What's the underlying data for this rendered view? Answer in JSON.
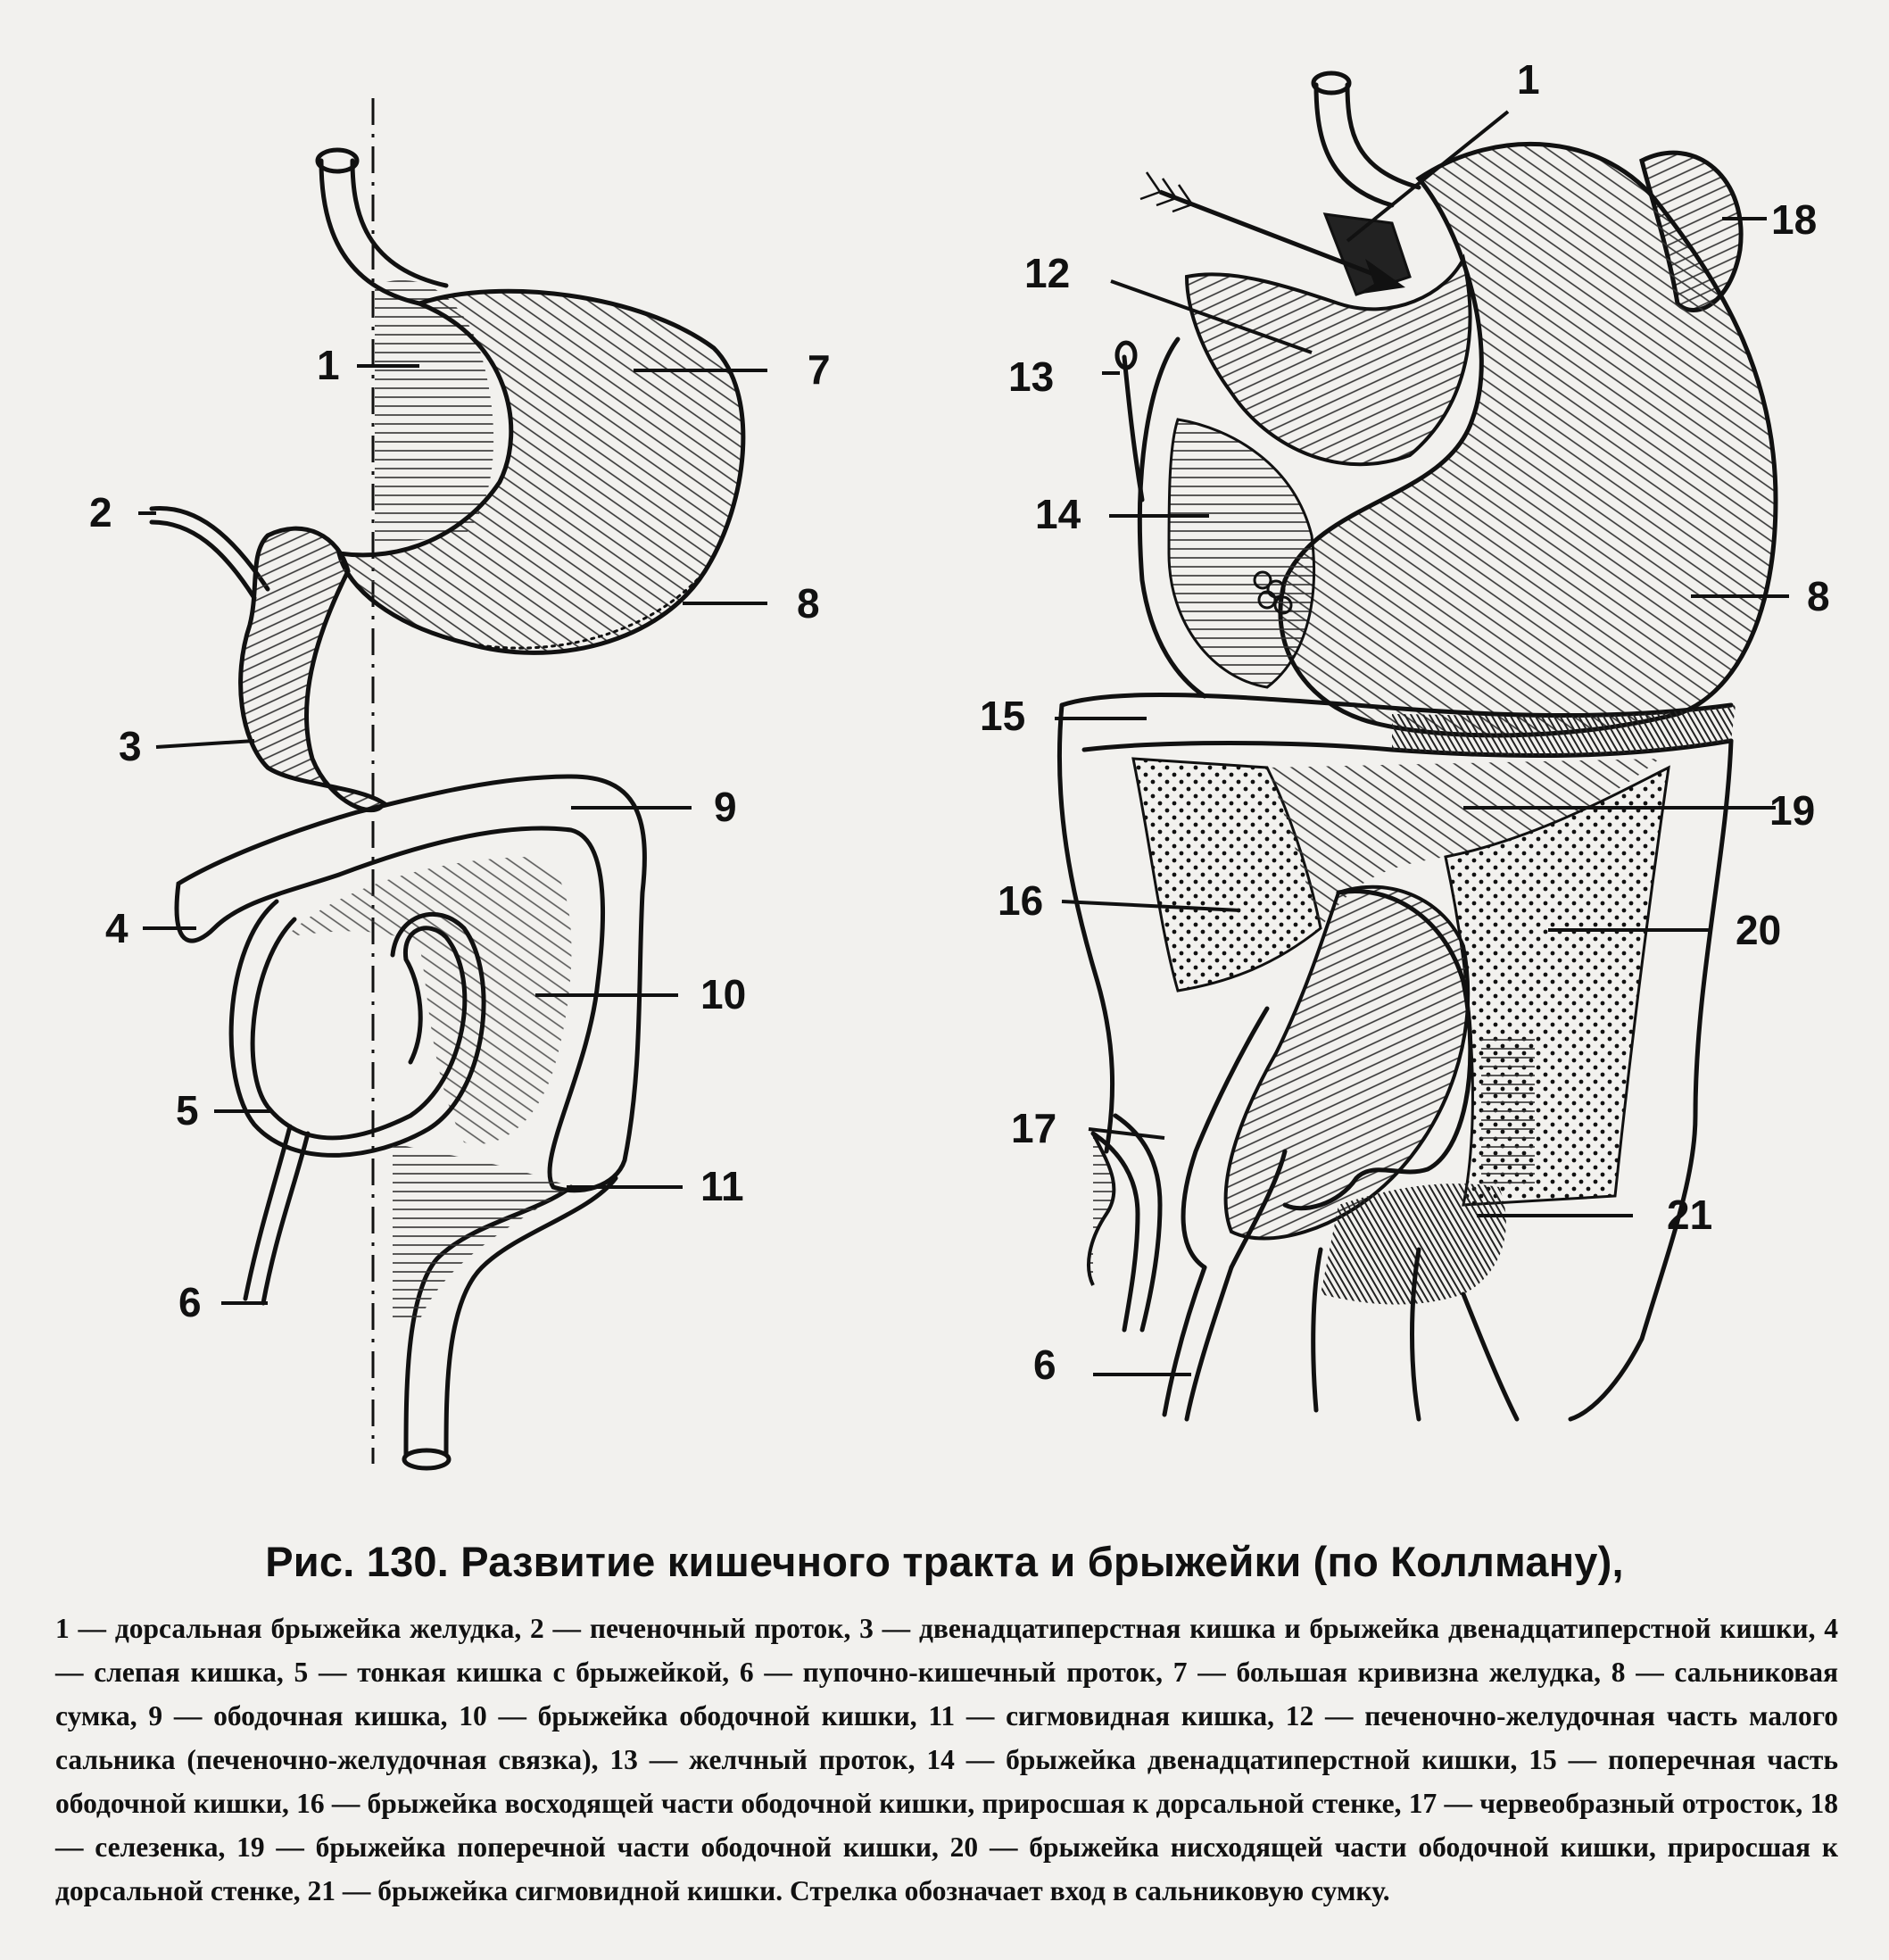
{
  "figure": {
    "left_labels": [
      "1",
      "2",
      "3",
      "4",
      "5",
      "6",
      "7",
      "8",
      "9",
      "10",
      "11"
    ],
    "right_labels": [
      "1",
      "12",
      "13",
      "14",
      "8",
      "15",
      "16",
      "17",
      "6",
      "18",
      "19",
      "20",
      "21"
    ]
  },
  "caption": {
    "title": "Рис. 130. Развитие кишечного тракта и брыжейки (по Коллману),",
    "body": "1 — дорсальная брыжейка желудка, 2 — печеночный проток, 3 — двенадцатиперстная кишка и брыжейка двенадцатиперстной кишки, 4 — слепая кишка, 5 — тонкая кишка с брыжейкой, 6 — пупочно-кишечный проток, 7 — большая кривизна желудка, 8 — сальниковая сумка, 9 — ободочная кишка, 10 — брыжейка ободочной кишки, 11 — сигмовидная кишка, 12 — печеночно-желудочная часть малого сальника (печеночно-желудочная связка), 13 — желчный проток, 14 — брыжейка двенадцатиперстной кишки, 15 — поперечная часть ободочной кишки, 16 — брыжейка восходящей части ободочной кишки, приросшая к дорсальной стенке, 17 — червеобразный отросток, 18 — селезенка, 19 — брыжейка поперечной части ободочной кишки, 20 — брыжейка нисходящей части ободочной кишки, приросшая к дорсальной стенке, 21 — брыжейка сигмовидной кишки. Стрелка обозначает вход в сальниковую сумку."
  }
}
